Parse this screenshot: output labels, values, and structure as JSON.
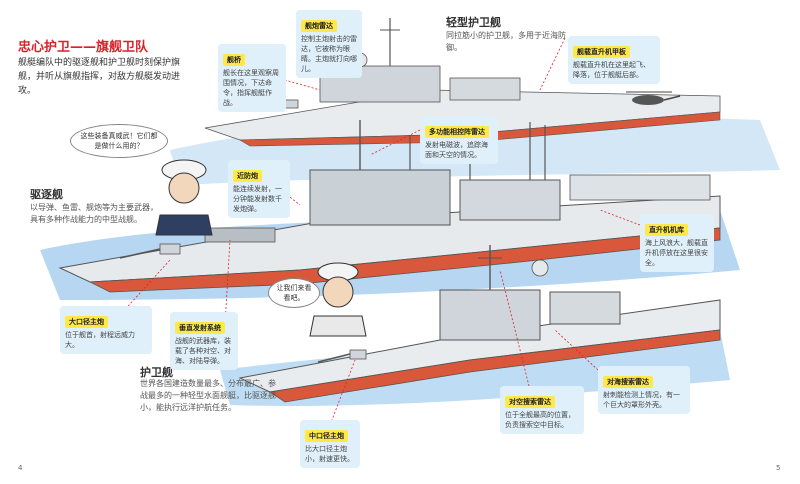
{
  "heading": {
    "title": "忠心护卫——旗舰卫队",
    "intro": "舰艇编队中的驱逐舰和护卫舰时刻保护旗舰，并听从旗舰指挥，对敌方舰艇发动进攻。"
  },
  "sections": {
    "light_frigate": {
      "title": "轻型护卫舰",
      "desc": "同拉筋小的护卫舰，多用于近海防御。"
    },
    "destroyer": {
      "title": "驱逐舰",
      "desc": "以导弹、鱼雷、舰炮等为主要武器，具有多种作战能力的中型战舰。"
    },
    "frigate": {
      "title": "护卫舰",
      "desc": "世界各国建造数量最多、分布最广、参战最多的一种轻型水面舰艇，比驱逐舰小，能执行远洋护航任务。"
    }
  },
  "callouts": [
    {
      "label": "舰炮雷达",
      "desc": "控制主炮射击的雷达，它被称为眼睛。主炮就打向哪儿。"
    },
    {
      "label": "舰桥",
      "desc": "舰长在这里观察周围情况，下达命令，指挥舰艇作战。"
    },
    {
      "label": "舰载直升机甲板",
      "desc": "舰载直升机在这里起飞、降落，位于舰艇后部。"
    },
    {
      "label": "多功能相控阵雷达",
      "desc": "发射电磁波，追踪海面和天空的情况。"
    },
    {
      "label": "近防炮",
      "desc": "能连续发射，一分钟能发射数千发炮弹。"
    },
    {
      "label": "直升机机库",
      "desc": "海上风浪大，舰载直升机停放在这里很安全。"
    },
    {
      "label": "大口径主炮",
      "desc": "位于舰首，射程远威力大。"
    },
    {
      "label": "垂直发射系统",
      "desc": "战舰的武器库，装载了各种对空、对海、对陆导弹。"
    },
    {
      "label": "对海搜索雷达",
      "desc": "射刺能检测上情况，有一个巨大的罩形外壳。"
    },
    {
      "label": "对空搜索雷达",
      "desc": "位于全舰最高的位置，负责搜索空中目标。"
    },
    {
      "label": "中口径主炮",
      "desc": "比大口径主炮小，射速更快。"
    }
  ],
  "bubbles": {
    "top": "这些装备真威武！它们都是做什么用的？",
    "bottom": "让我们来看看吧。"
  },
  "page_numbers": {
    "left": "4",
    "right": "5"
  },
  "colors": {
    "title": "#d8232a",
    "label_bg": "#ffe94a",
    "callout_bg": "#dff0fb",
    "hull_red": "#d9573b",
    "ship_grey": "#c9d0d6",
    "water": "#9dc7ea",
    "leader": "#d8232a"
  }
}
